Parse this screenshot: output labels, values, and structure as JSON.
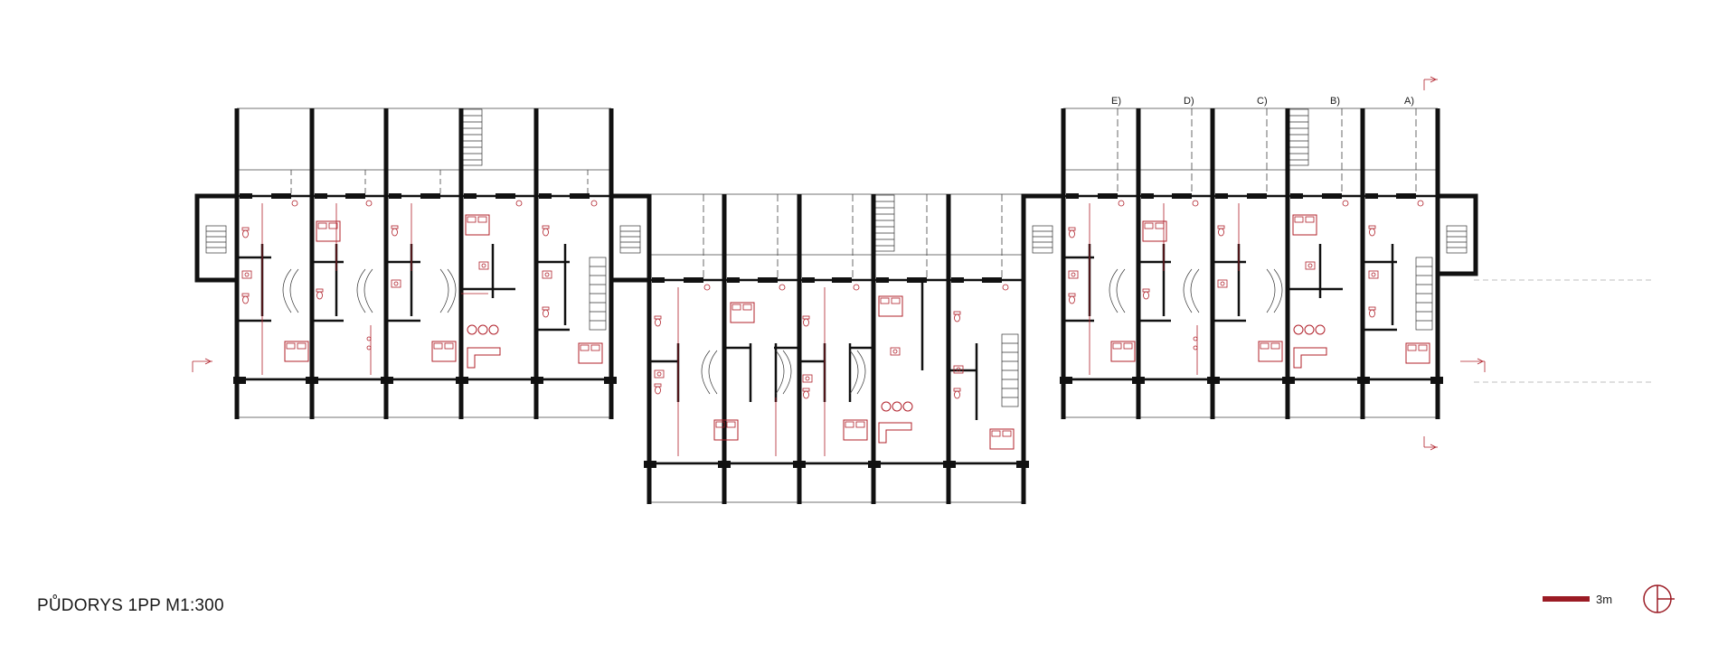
{
  "drawing": {
    "title": "PŮDORYS 1PP M1:300",
    "scale_bar_label": "3m",
    "axis_labels": [
      "E)",
      "D)",
      "C)",
      "B)",
      "A)"
    ]
  },
  "colors": {
    "wall": "#111111",
    "line": "#555555",
    "furniture": "#b0202a",
    "accent": "#9b1b24"
  },
  "icons": [
    "north-arrow-icon",
    "section-marker-icon",
    "stair-icon"
  ]
}
